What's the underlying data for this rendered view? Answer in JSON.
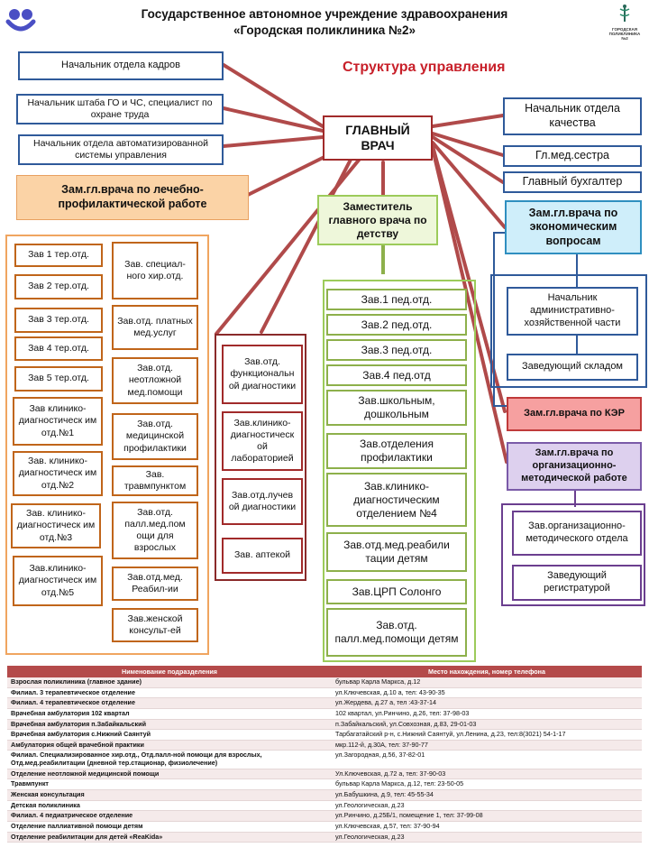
{
  "header": {
    "line1": "Государственное автономное учреждение здравоохранения",
    "line2": "«Городская поликлиника №2»",
    "logo_right_text": "ГОРОДСКАЯ ПОЛИКЛИНИКА №2"
  },
  "diagram": {
    "title": "Структура управления",
    "chief": "ГЛАВНЫЙ ВРАЧ",
    "left_top": [
      "Начальник отдела кадров",
      "Начальник штаба ГО и ЧС, специалист по охране труда",
      "Начальник отдела автоматизированной системы управления"
    ],
    "right_top": [
      "Начальник отдела качества",
      "Гл.мед.сестра",
      "Главный бухгалтер"
    ],
    "deputy_medical": "Зам.гл.врача по лечебно-профилактической работе",
    "deputy_children": "Заместитель главного врача по детству",
    "deputy_economic": "Зам.гл.врача по экономическим вопросам",
    "economic_subs": [
      "Начальник административно-хозяйственной части",
      "Заведующий складом"
    ],
    "deputy_ker": "Зам.гл.врача по КЭР",
    "deputy_org": "Зам.гл.врача по организационно-методической работе",
    "org_subs": [
      "Зав.организационно-методического отдела",
      "Заведующий регистратурой"
    ],
    "med_col1": [
      "Зав 1 тер.отд.",
      "Зав 2 тер.отд.",
      "Зав 3 тер.отд.",
      "Зав 4 тер.отд.",
      "Зав 5 тер.отд.",
      "Зав клинико-диагностическ им отд.№1",
      "Зав. клинико-диагностическ им отд.№2",
      "Зав. клинико-диагностическ им отд.№3",
      "Зав.клинико-диагностическ им отд.№5"
    ],
    "med_col2": [
      "Зав. специал-ного хир.отд.",
      "Зав.отд. платных мед.услуг",
      "Зав.отд. неотложной мед.помощи",
      "Зав.отд. медицинской профилактики",
      "Зав. травмпунктом",
      "Зав.отд. палл.мед.пом ощи для взрослых",
      "Зав.отд.мед. Реабил-ии",
      "Зав.женской консульт-ей"
    ],
    "middle_col": [
      "Зав.отд. функциональн ой диагностики",
      "Зав.клинико-диагностическ ой лабораторией",
      "Зав.отд.лучев ой диагностики",
      "Зав. аптекой"
    ],
    "children_col": [
      "Зав.1 пед.отд.",
      "Зав.2 пед.отд.",
      "Зав.3 пед.отд.",
      "Зав.4 пед.отд",
      "Зав.школьным, дошкольным",
      "Зав.отделения профилактики",
      "Зав.клинико-диагностическим отделением №4",
      "Зав.отд.мед.реабили тации детям",
      "Зав.ЦРП Солонго",
      "Зав.отд. палл.мед.помощи детям"
    ]
  },
  "table": {
    "headers": [
      "Нименование подразделения",
      "Место нахождения, номер телефона"
    ],
    "rows": [
      [
        "Взрослая поликлиника (главное здание)",
        "бульвар Карла Маркса, д.12"
      ],
      [
        "Филиал. 3 терапевтическое отделение",
        "ул.Ключевская, д.10 а, тел: 43-90-35"
      ],
      [
        "Филиал. 4 терапевтическое отделение",
        "ул.Жердева, д.27 а, тел :43-37-14"
      ],
      [
        "Врачебная амбулатория 102 квартал",
        "102 квартал, ул.Ринчино, д.26, тел: 37-98-03"
      ],
      [
        "Врачебная амбулатория п.Забайкальский",
        "п.Забайкальский, ул.Совхозная, д.83, 29-01-03"
      ],
      [
        "Врачебная амбулатория с.Нижний Саянтуй",
        "Тарбагатайский р-н, с.Нижний Саянтуй, ул.Ленина, д.23, тел:8(3021) 54-1-17"
      ],
      [
        "Амбулатория общей врачебной практики",
        "мкр.112-й, д.30А, тел: 37-90-77"
      ],
      [
        "Филиал. Специализированное хир.отд., Отд.палл-ной помощи для взрослых, Отд.мед.реабилитации (дневной тер.стационар, физиолечение)",
        "ул.Загородная, д.56, 37-82-01"
      ],
      [
        "Отделение неотложной медицинской помощи",
        "Ул.Ключевская, д.72 а, тел: 37-90-03"
      ],
      [
        "Травмпункт",
        "бульвар Карла Маркса, д.12, тел: 23-50-05"
      ],
      [
        "Женская консультация",
        "ул.Бабушкина, д.9, тел: 45-55-34"
      ],
      [
        "Детская поликлиника",
        "ул.Геологическая, д.23"
      ],
      [
        "Филиал. 4 педиатрическое отделение",
        "ул.Ринчино, д.25Б/1, помещение 1, тел: 37-99-08"
      ],
      [
        "Отделение паллиативной помощи детям",
        "ул.Ключевская, д.57, тел: 37-90-94"
      ],
      [
        "Отделение реабилитации для детей «ReaKida»",
        "ул.Геологическая, д.23"
      ]
    ]
  },
  "colors": {
    "blue": "#2f5a9a",
    "orange": "#c0651a",
    "green": "#8db04b",
    "purple": "#6b3f8f",
    "maroon": "#a12a2a",
    "red_title": "#c8202a"
  }
}
